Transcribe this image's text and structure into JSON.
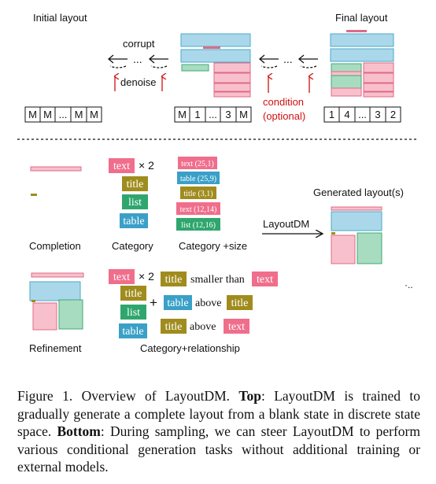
{
  "top": {
    "initial_layout_label": "Initial layout",
    "final_layout_label": "Final layout",
    "corrupt_label": "corrupt",
    "denoise_label": "denoise",
    "ellipsis": "...",
    "condition_label": "condition",
    "optional_label": "(optional)",
    "initial_tokens": [
      "M",
      "M",
      "...",
      "M",
      "M"
    ],
    "middle_tokens": [
      "M",
      "1",
      "...",
      "3",
      "M"
    ],
    "final_tokens": [
      "1",
      "4",
      "...",
      "3",
      "2"
    ]
  },
  "bottom": {
    "completion_label": "Completion",
    "category_label": "Category",
    "category_size_label": "Category +size",
    "generated_label": "Generated layout(s)",
    "layoutdm_label": "LayoutDM",
    "refinement_label": "Refinement",
    "category_relationship_label": "Category+relationship",
    "times_two": "× 2",
    "plus": "+",
    "tags": {
      "text": "text",
      "title": "title",
      "list": "list",
      "table": "table"
    },
    "size_tags": [
      "text (25,1)",
      "table (25,9)",
      "title (3,1)",
      "text (12,14)",
      "list (12,16)"
    ],
    "relations": [
      {
        "subject": "title",
        "relation": "smaller than",
        "object": "text"
      },
      {
        "subject": "table",
        "relation": "above",
        "object": "title"
      },
      {
        "subject": "title",
        "relation": "above",
        "object": "text"
      }
    ],
    "dots": "·.."
  },
  "caption": {
    "figure": "Figure 1.",
    "intro": "Overview of LayoutDM.",
    "top_bold": "Top",
    "top_text": ": LayoutDM is trained to gradually generate a complete layout from a blank state in discrete state space.",
    "bottom_bold": "Bottom",
    "bottom_text": ": During sampling, we can steer LayoutDM to perform various conditional generation tasks without additional training or external models."
  },
  "colors": {
    "text_pink": "#f06e8c",
    "title_olive": "#a08c1e",
    "list_green": "#2fa66e",
    "table_blue": "#3aa0c8",
    "box_blue_fill": "#aad8ea",
    "box_blue_edge": "#4aa8c8",
    "box_pink_fill": "#f8c0cc",
    "box_pink_edge": "#e06a86",
    "box_green_fill": "#a8dcc0",
    "box_green_edge": "#40a878",
    "condition_red": "#d01010"
  }
}
